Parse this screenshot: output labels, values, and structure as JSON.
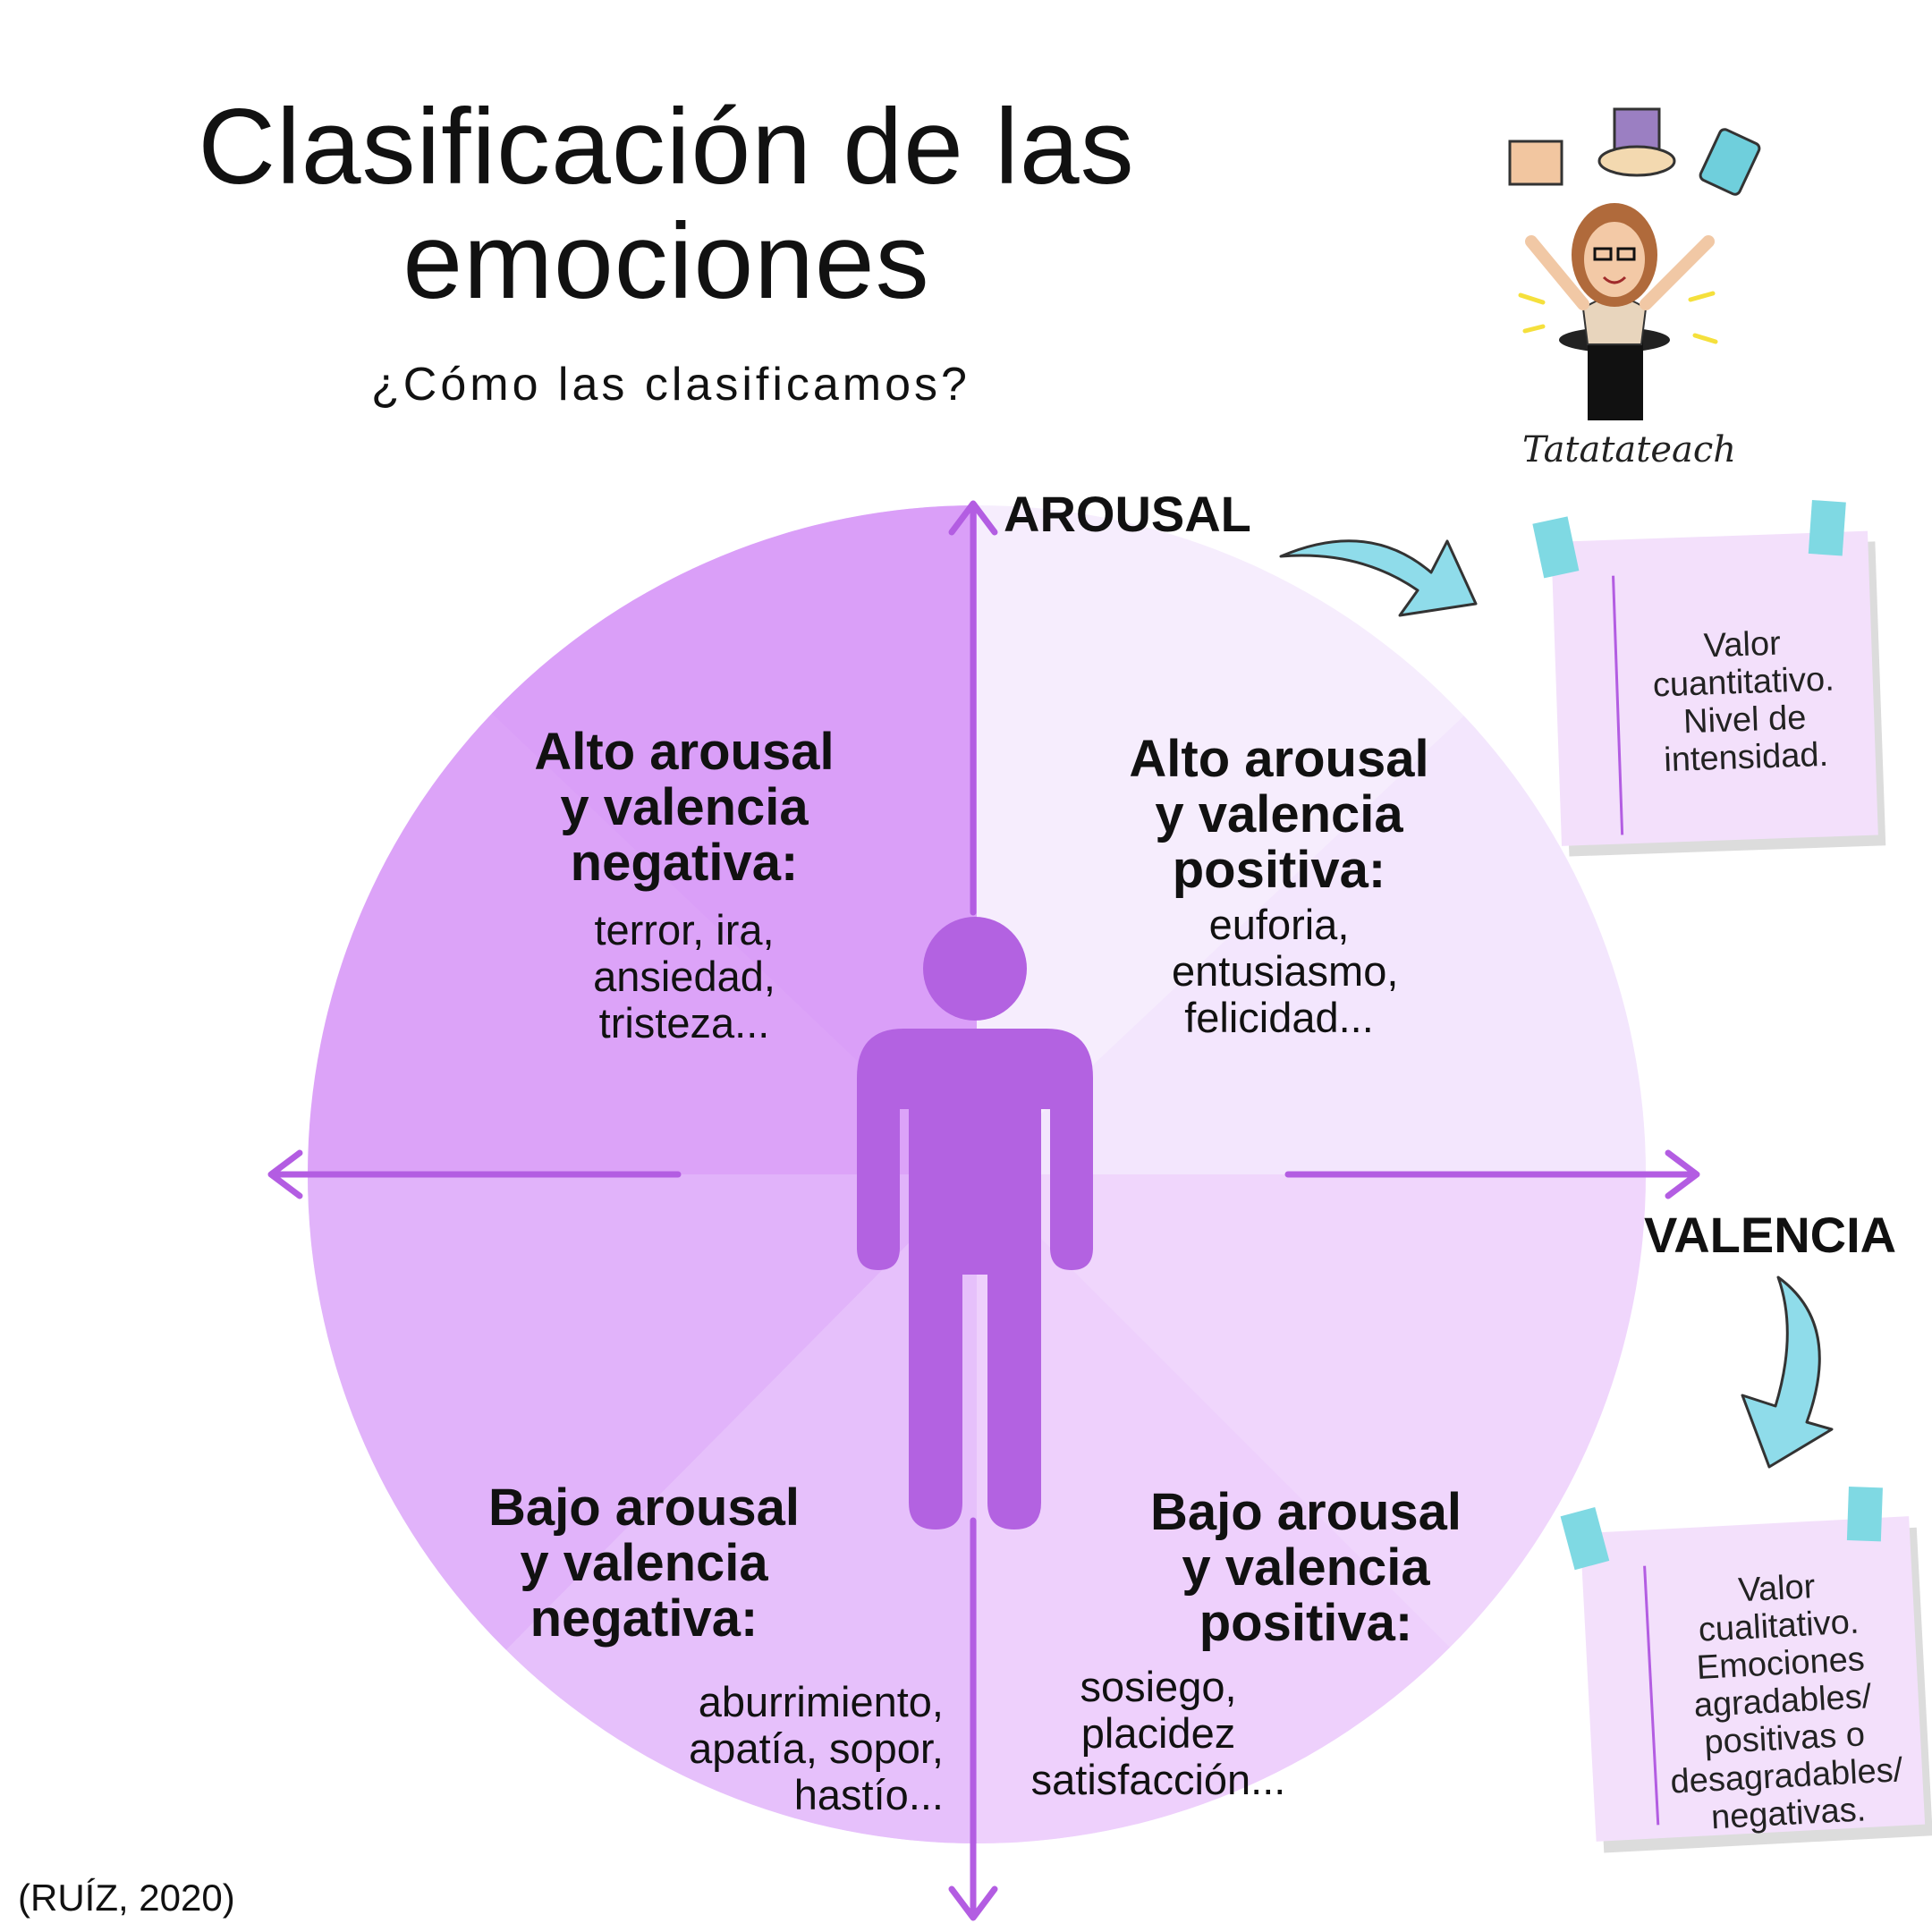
{
  "title": "Clasificación de las emociones",
  "subtitle": "¿Cómo las clasificamos?",
  "axes": {
    "vertical_label": "AROUSAL",
    "horizontal_label": "VALENCIA"
  },
  "quadrants": {
    "top_left": {
      "heading": "Alto arousal y valencia negativa:",
      "examples": "terror, ira, ansiedad, tristeza..."
    },
    "top_right": {
      "heading": "Alto arousal y valencia positiva:",
      "examples": "euforia, entusiasmo, felicidad..."
    },
    "bottom_left": {
      "heading": "Bajo arousal y valencia negativa:",
      "examples": "aburrimiento, apatía, sopor, hastío..."
    },
    "bottom_right": {
      "heading": "Bajo arousal y valencia positiva:",
      "examples": "sosiego, placidez satisfacción..."
    }
  },
  "notes": {
    "arousal": "Valor cuantitativo. Nivel de intensidad.",
    "valencia": "Valor cualitativo. Emociones agradables/ positivas o desagradables/ negativas."
  },
  "brand": "Tatatateach",
  "citation": "(RUÍZ, 2020)",
  "colors": {
    "quad_top_left": "#d99ef7",
    "quad_top_right": "#f5ecfc",
    "quad_bottom_left": "#e2b6fb",
    "quad_bottom_right": "#efd3fc",
    "axis": "#b35de2",
    "person": "#b362e1",
    "note_paper": "#f3e0fb",
    "tape": "#7fd9e3",
    "arrow": "#8fdcea"
  }
}
